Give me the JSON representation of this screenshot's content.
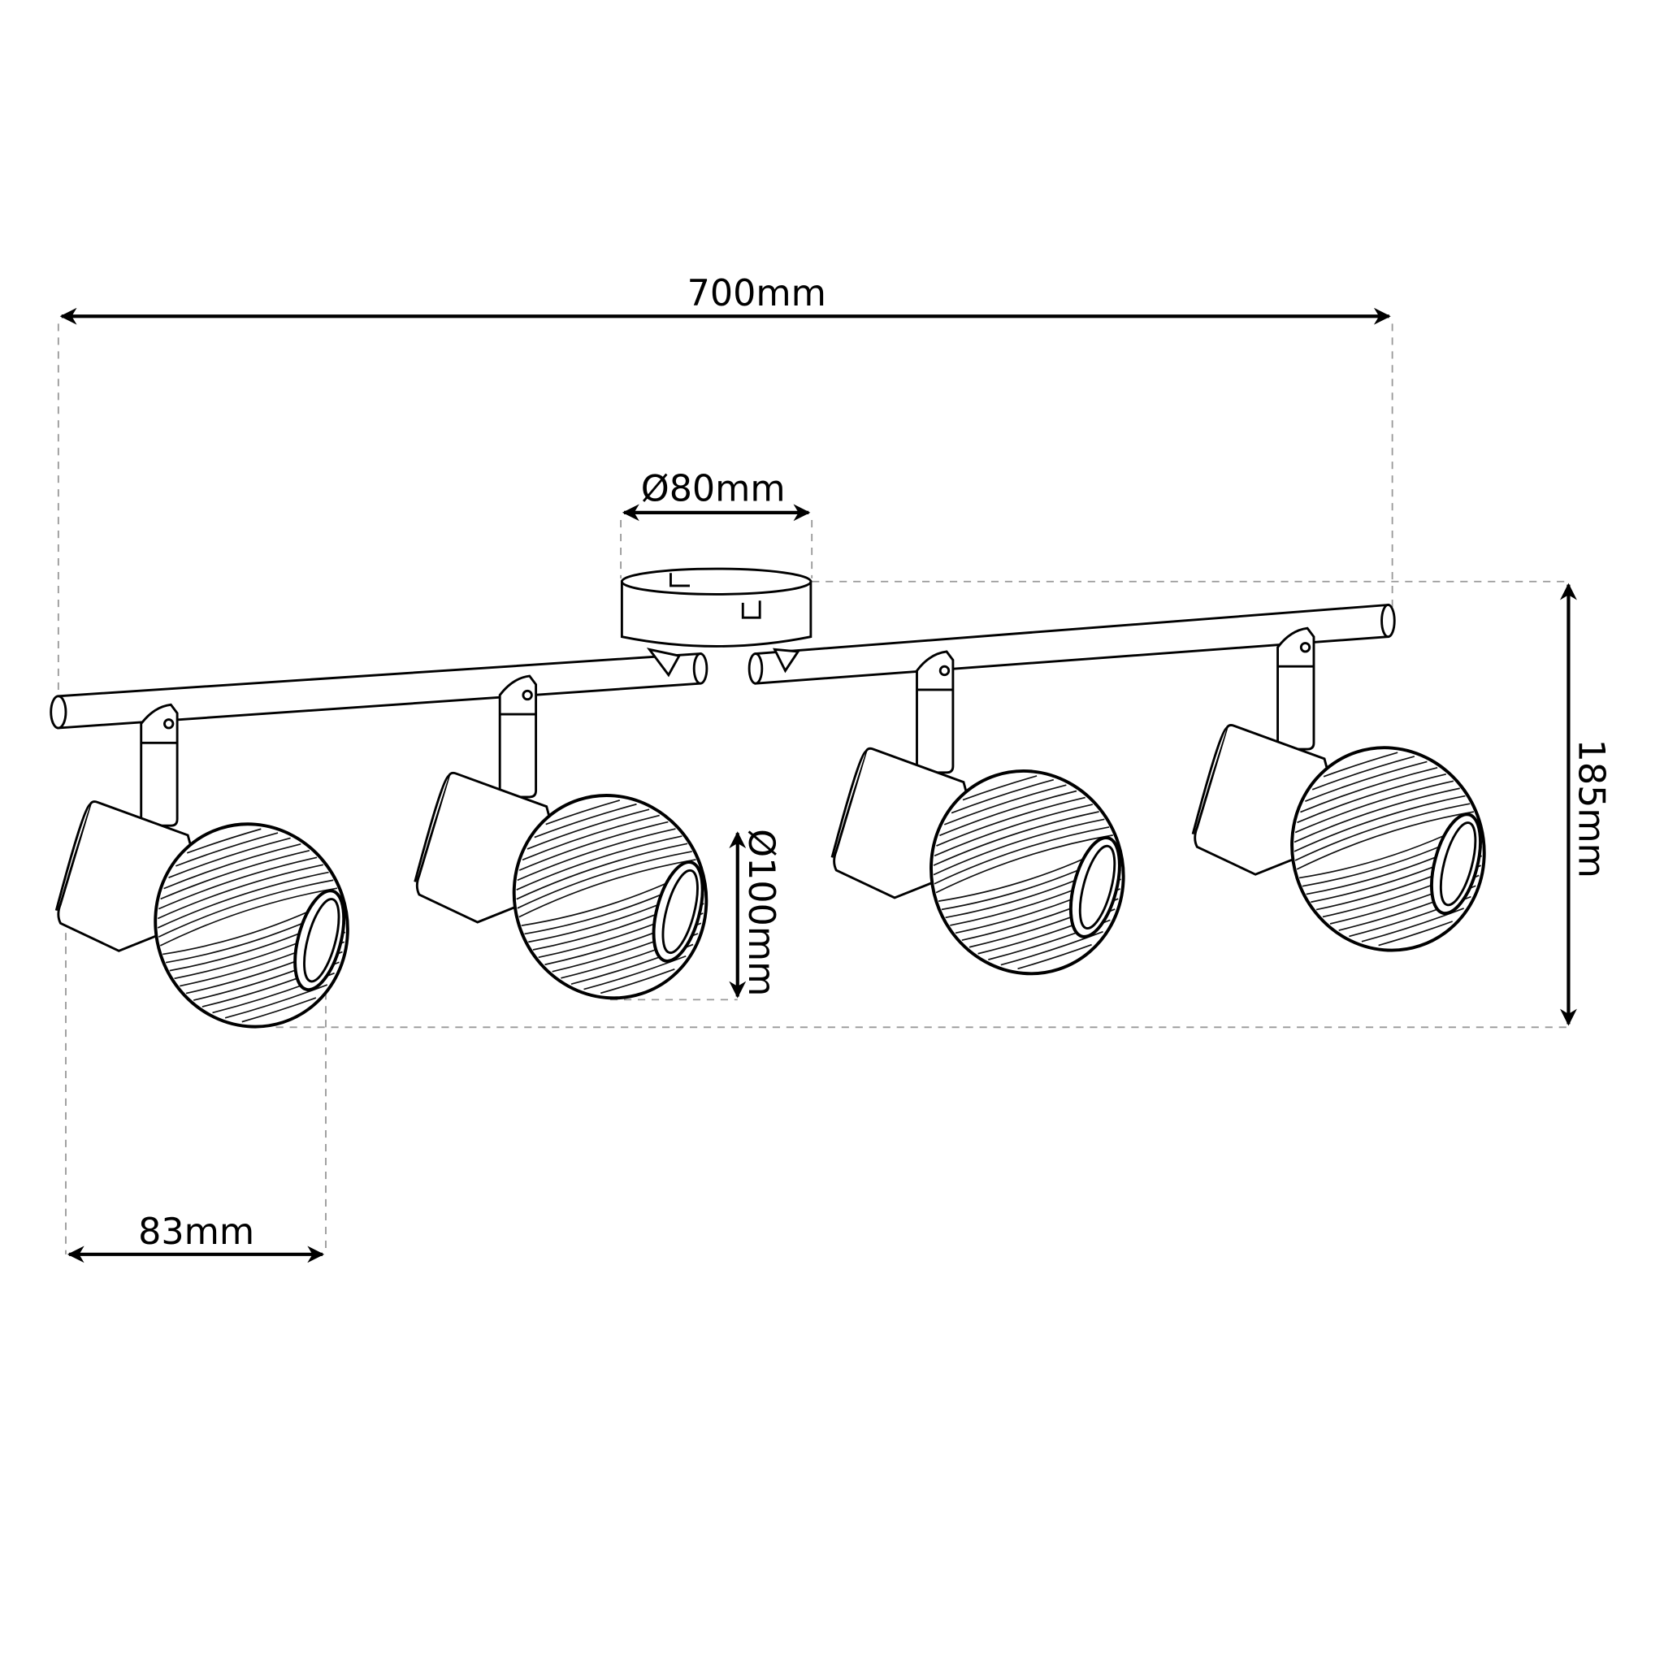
{
  "dimensions": {
    "total_length": "700mm",
    "canopy_diameter": "Ø80mm",
    "shade_diameter": "Ø100mm",
    "total_height": "185mm",
    "shade_offset": "83mm"
  },
  "spotlight_count": 4,
  "colors": {
    "line": "#000000",
    "guide": "#999999",
    "background": "#ffffff"
  }
}
